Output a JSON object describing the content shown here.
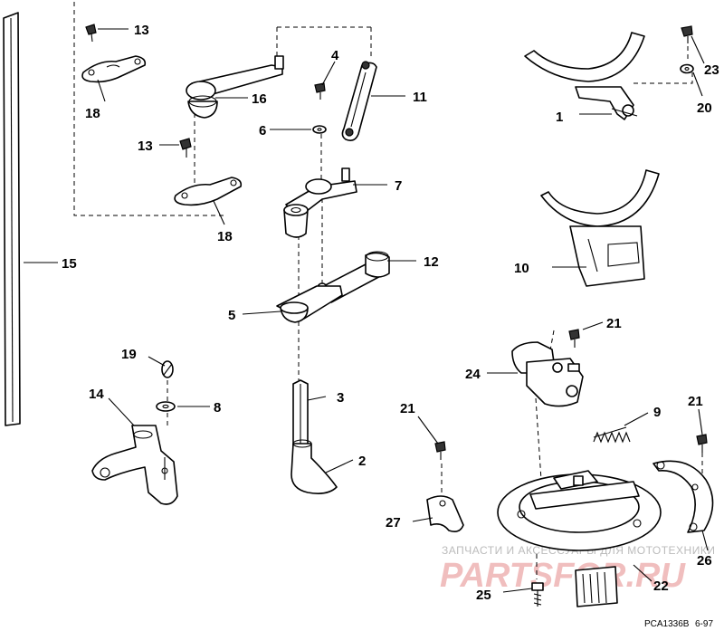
{
  "parts": [
    {
      "num": "1",
      "name": "bracket-ring-part"
    },
    {
      "num": "2",
      "name": "cam-follower-part"
    },
    {
      "num": "3",
      "name": "shaft-part"
    },
    {
      "num": "4",
      "name": "screw-part"
    },
    {
      "num": "5",
      "name": "lever-arm-part"
    },
    {
      "num": "6",
      "name": "washer-part"
    },
    {
      "num": "7",
      "name": "link-lever-part"
    },
    {
      "num": "8",
      "name": "washer-part"
    },
    {
      "num": "9",
      "name": "spring-part"
    },
    {
      "num": "10",
      "name": "throttle-cam-part"
    },
    {
      "num": "11",
      "name": "link-part"
    },
    {
      "num": "12",
      "name": "crank-arm-part"
    },
    {
      "num": "13",
      "name": "screw-part"
    },
    {
      "num": "14",
      "name": "support-bracket-part"
    },
    {
      "num": "15",
      "name": "rod-part"
    },
    {
      "num": "16",
      "name": "crank-lever-part"
    },
    {
      "num": "18",
      "name": "retainer-part"
    },
    {
      "num": "19",
      "name": "screw-part"
    },
    {
      "num": "20",
      "name": "washer-part"
    },
    {
      "num": "21",
      "name": "screw-part"
    },
    {
      "num": "22",
      "name": "timer-base-ring-part"
    },
    {
      "num": "23",
      "name": "screw-part"
    },
    {
      "num": "24",
      "name": "sensor-bracket-part"
    },
    {
      "num": "25",
      "name": "screw-part"
    },
    {
      "num": "26",
      "name": "arc-bracket-part"
    },
    {
      "num": "27",
      "name": "clamp-part"
    }
  ],
  "drawing_code": "PCA1336B",
  "drawing_date": "6-97",
  "watermark": {
    "caption": "ЗАПЧАСТИ И АКСЕССУАРЫ ДЛЯ МОТОТЕХНИКИ",
    "brand": "PARTSFOR.RU"
  }
}
